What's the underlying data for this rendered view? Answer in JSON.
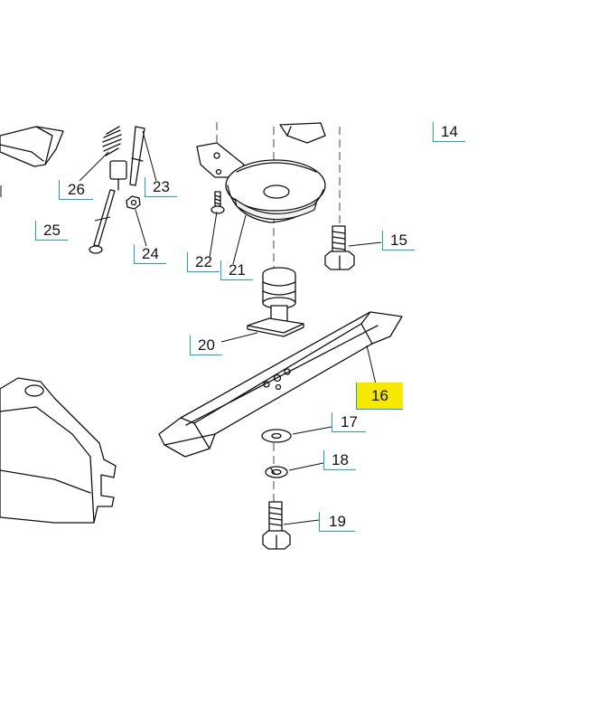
{
  "callouts": [
    {
      "id": "14",
      "label": "14",
      "highlighted": false
    },
    {
      "id": "15",
      "label": "15",
      "highlighted": false
    },
    {
      "id": "16",
      "label": "16",
      "highlighted": true
    },
    {
      "id": "17",
      "label": "17",
      "highlighted": false
    },
    {
      "id": "18",
      "label": "18",
      "highlighted": false
    },
    {
      "id": "19",
      "label": "19",
      "highlighted": false
    },
    {
      "id": "20",
      "label": "20",
      "highlighted": false
    },
    {
      "id": "21",
      "label": "21",
      "highlighted": false
    },
    {
      "id": "22",
      "label": "22",
      "highlighted": false
    },
    {
      "id": "23",
      "label": "23",
      "highlighted": false
    },
    {
      "id": "24",
      "label": "24",
      "highlighted": false
    },
    {
      "id": "25",
      "label": "25",
      "highlighted": false
    },
    {
      "id": "26",
      "label": "26",
      "highlighted": false
    }
  ],
  "colors": {
    "highlight": "#f7e800",
    "callout_border": "#1aa3c8",
    "line_art": "#111111"
  }
}
